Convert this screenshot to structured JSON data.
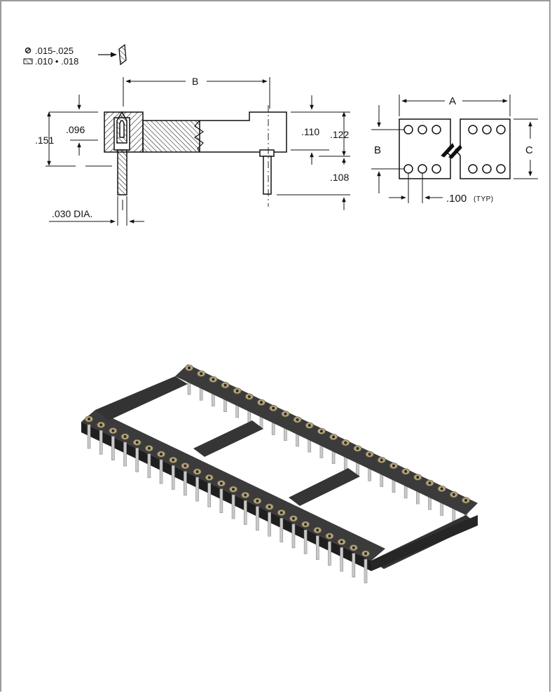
{
  "legend": {
    "round_pin_range": ".015-.025",
    "square_pin_range": ".010 • .018"
  },
  "side_view": {
    "dim_b": "B",
    "dim_096": ".096",
    "dim_151": ".151",
    "dim_110": ".110",
    "dim_122": ".122",
    "dim_108": ".108",
    "pin_diameter": ".030 DIA."
  },
  "top_view": {
    "dim_a": "A",
    "dim_b": "B",
    "dim_c": "C",
    "pitch": ".100",
    "pitch_note": "(TYP)"
  },
  "colors": {
    "line": "#111111",
    "socket_body": "#2f2f2f",
    "socket_top": "#3d3d3d",
    "pin": "#c9c9c9",
    "contact": "#b8a77a"
  }
}
